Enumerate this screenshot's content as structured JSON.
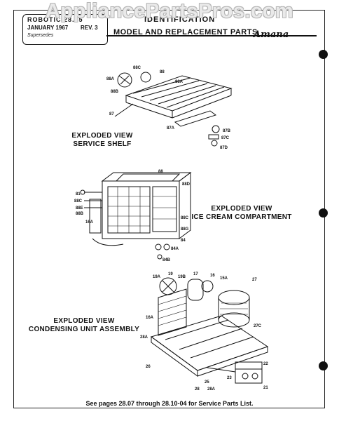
{
  "watermark": "AppliancePartsPros.com",
  "header": {
    "stamp_line1": "ROBOTIC 28.05",
    "stamp_date": "JANUARY 1967",
    "stamp_rev": "REV. 3",
    "stamp_line3": "Supersedes",
    "title_line1": "IDENTIFICATION",
    "title_line2": "MODEL AND REPLACEMENT PARTS",
    "brand": "Amana"
  },
  "sections": [
    {
      "caption_line1": "EXPLODED VIEW",
      "caption_line2": "SERVICE SHELF"
    },
    {
      "caption_line1": "EXPLODED VIEW",
      "caption_line2": "ICE CREAM COMPARTMENT"
    },
    {
      "caption_line1": "EXPLODED VIEW",
      "caption_line2": "CONDENSING UNIT ASSEMBLY"
    }
  ],
  "footer": "See pages 28.07 through 28.10-04 for Service Parts List.",
  "part_labels": {
    "shelf": [
      "88C",
      "88",
      "88A",
      "88B",
      "87",
      "87A",
      "87B",
      "87C",
      "87D"
    ],
    "ice_cream": [
      "88",
      "88D",
      "81",
      "88C",
      "88E",
      "88B",
      "16A",
      "88C",
      "88G",
      "84",
      "84A",
      "84B"
    ],
    "condenser": [
      "19A",
      "19",
      "19B",
      "17",
      "16",
      "15A",
      "27",
      "16A",
      "27C",
      "28A",
      "26",
      "25",
      "22",
      "21",
      "23",
      "28",
      "28A"
    ]
  }
}
